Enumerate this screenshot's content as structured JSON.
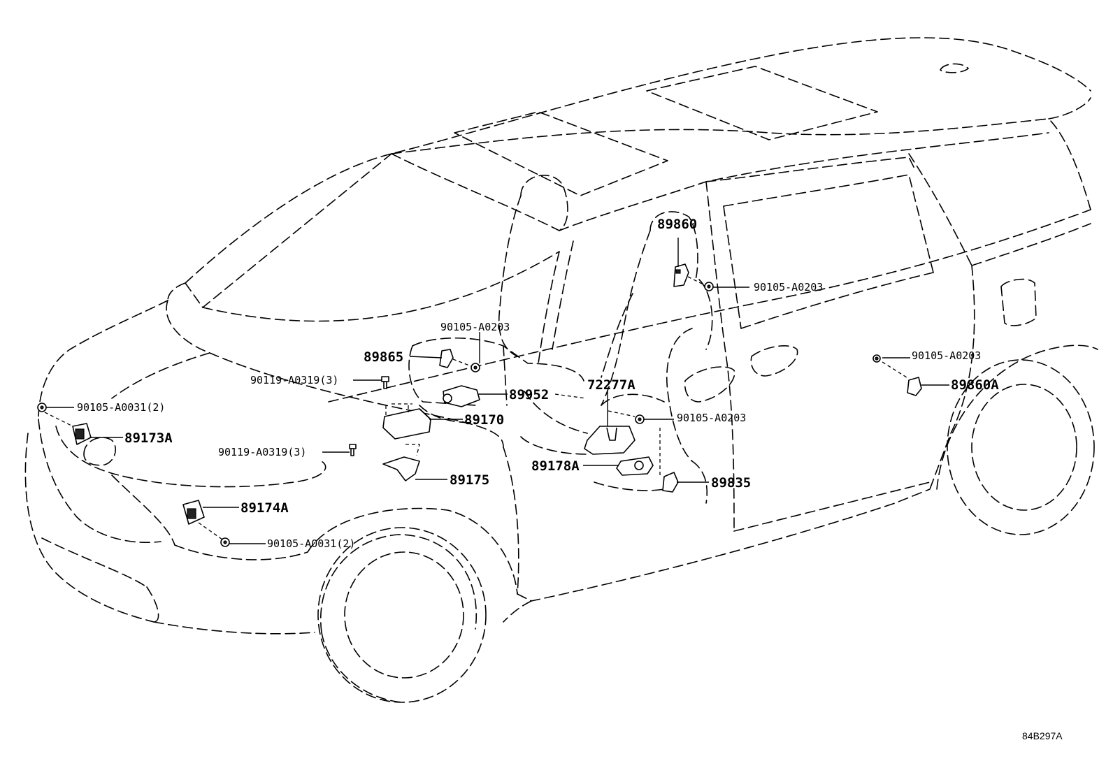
{
  "diagram_code": "84B297A",
  "labels": {
    "p89860": "89860",
    "p90105_a0203_top": "90105-A0203",
    "p90105_a0203_mid": "90105-A0203",
    "p89865": "89865",
    "p90119_a0319_a": "90119-A0319(3)",
    "p89952": "89952",
    "p72277a": "72277A",
    "p90105_a0203_right": "90105-A0203",
    "p89860a": "89860A",
    "p90105_a0031_a": "90105-A0031(2)",
    "p89170": "89170",
    "p90105_a0203_seat": "90105-A0203",
    "p89173a": "89173A",
    "p90119_a0319_b": "90119-A0319(3)",
    "p89178a": "89178A",
    "p89175": "89175",
    "p89835": "89835",
    "p89174a": "89174A",
    "p90105_a0031_b": "90105-A0031(2)"
  }
}
